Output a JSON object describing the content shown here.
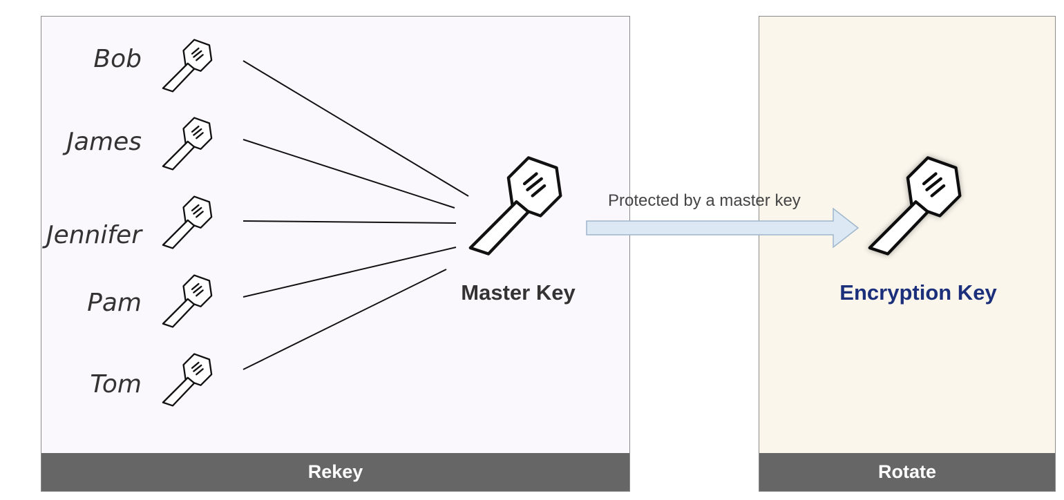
{
  "panels": {
    "left_footer": "Rekey",
    "right_footer": "Rotate"
  },
  "users": [
    "Bob",
    "James",
    "Jennifer",
    "Pam",
    "Tom"
  ],
  "master_key_label": "Master Key",
  "arrow_label": "Protected by a master key",
  "encryption_key_label": "Encryption Key",
  "colors": {
    "left_panel_bg": "#fbf8fd",
    "right_panel_bg": "#faf6ec",
    "footer_bg": "#666666",
    "encryption_label": "#1c2f7a",
    "arrow_fill": "#dce8f4",
    "arrow_stroke": "#9fb6cc"
  },
  "icons": [
    "key-icon"
  ]
}
